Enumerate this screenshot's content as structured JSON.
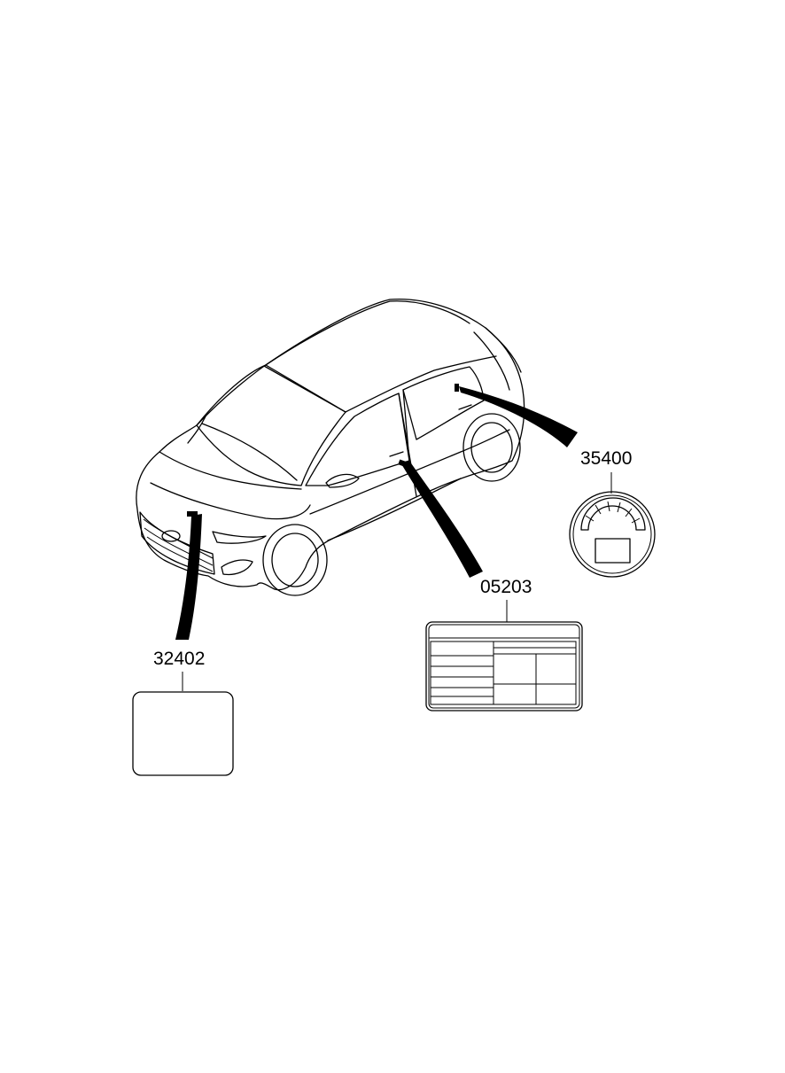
{
  "parts": [
    {
      "id": "label-emission",
      "number": "32402"
    },
    {
      "id": "label-tire-pressure",
      "number": "05203"
    },
    {
      "id": "label-fuel-cap",
      "number": "35400"
    }
  ]
}
